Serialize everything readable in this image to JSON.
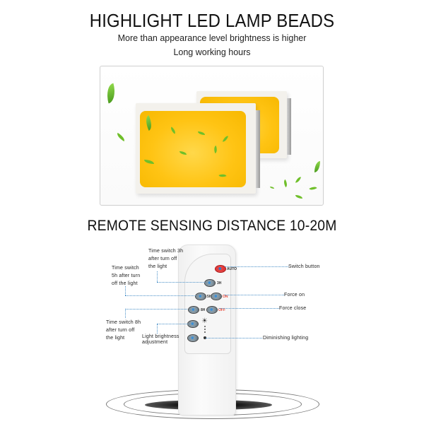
{
  "section1": {
    "title": "HIGHLIGHT LED LAMP BEADS",
    "subtitle_line1": "More than appearance level brightness is higher",
    "subtitle_line2": "Long working hours"
  },
  "section2": {
    "title": "REMOTE SENSING DISTANCE 10-20M"
  },
  "remote": {
    "buttons": {
      "auto": "AUTO",
      "h3": "3H",
      "h5": "5H",
      "on": "ON",
      "h8": "8H",
      "off": "OFF"
    },
    "colors": {
      "accent_red": "#e23a2e",
      "line_blue": "#4a90c8",
      "led_yellow": "#ffc414",
      "leaf_green": "#6fbf2a"
    }
  },
  "callouts": {
    "time3_l1": "Time switch 3h",
    "time3_l2": "after turn off",
    "time3_l3": "the light",
    "time5_l1": "Time switch",
    "time5_l2": "5h after turn",
    "time5_l3": "off the light",
    "time8_l1": "Time switch 8h",
    "time8_l2": "after turn off",
    "time8_l3": "the light",
    "bright_l1": "Light brightness",
    "bright_l2": "adjustment",
    "switch_button": "Switch button",
    "force_on": "Force on",
    "force_close": "Force close",
    "diminishing": "Diminishing lighting"
  }
}
